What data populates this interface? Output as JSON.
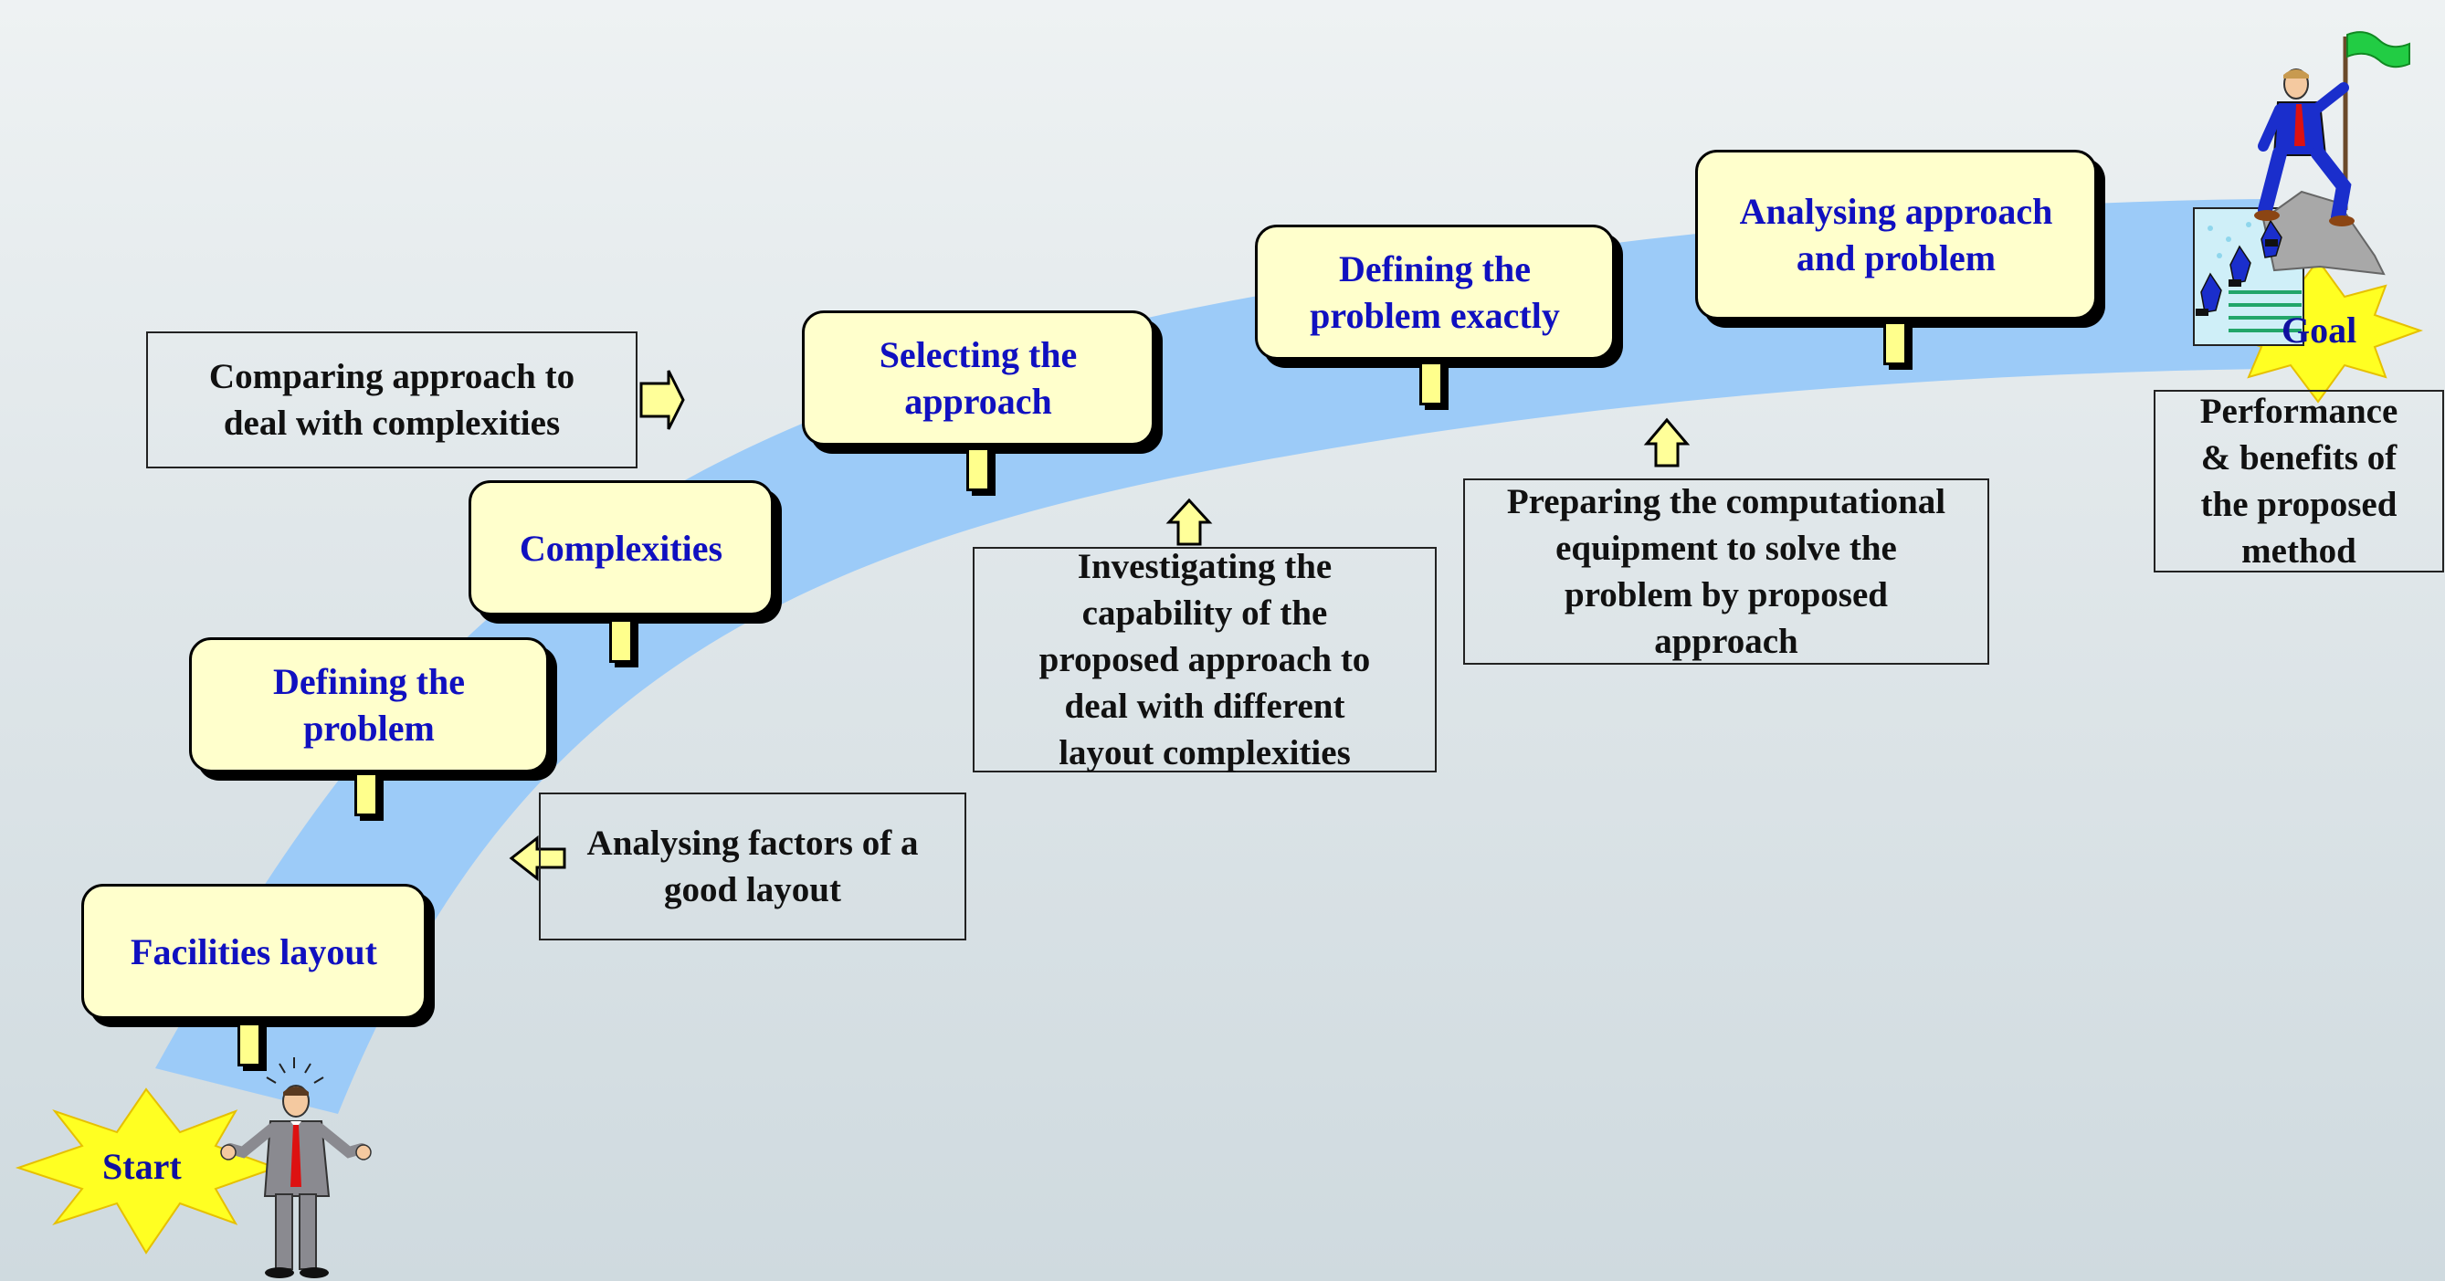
{
  "start_label": "Start",
  "goal_label": "Goal",
  "steps": [
    {
      "label": "Facilities layout"
    },
    {
      "label": "Defining the\nproblem"
    },
    {
      "label": "Complexities"
    },
    {
      "label": "Selecting the\napproach"
    },
    {
      "label": "Defining the\nproblem exactly"
    },
    {
      "label": "Analysing approach\nand problem"
    }
  ],
  "notes": [
    {
      "text": "Analysing factors of a\ngood layout"
    },
    {
      "text": "Comparing approach to\ndeal with complexities"
    },
    {
      "text": "Investigating the\ncapability of the\nproposed approach to\ndeal with different\nlayout complexities"
    },
    {
      "text": "Preparing the computational\nequipment to solve the\nproblem by proposed\napproach"
    },
    {
      "text": "Performance\n& benefits of\nthe proposed\nmethod"
    }
  ],
  "colors": {
    "path": "#9ccbf8",
    "box_fill": "#ffffcc",
    "step_text": "#1010c0",
    "star": "#ffff22",
    "peg": "#ffff8c",
    "arrow_fill": "#ffff99"
  },
  "icons": {
    "start_figure": "confused-businessman-icon",
    "goal_figure": "businessman-with-flag-on-summit-icon",
    "note_arrow": "block-arrow-icon"
  }
}
